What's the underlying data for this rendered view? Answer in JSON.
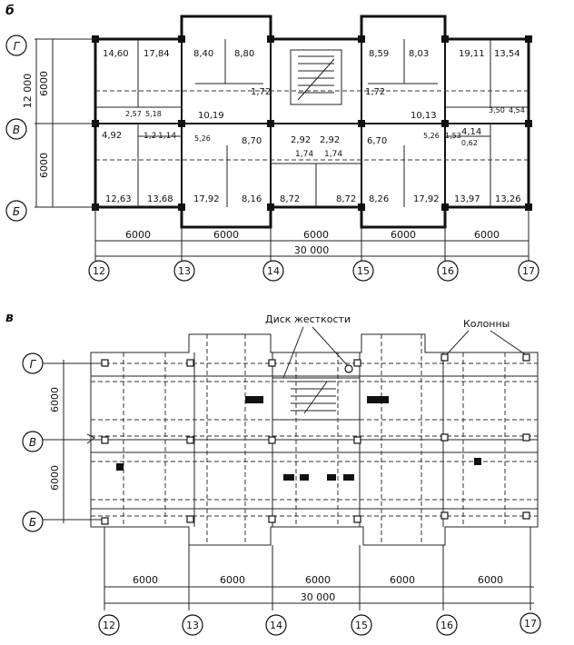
{
  "plan_b": {
    "label": "б",
    "axes_top": [
      "12",
      "13",
      "14",
      "15",
      "16",
      "17"
    ],
    "axes_left": [
      "Г",
      "В",
      "Б"
    ],
    "dims_bottom": [
      "6000",
      "6000",
      "6000",
      "6000",
      "6000"
    ],
    "total_bottom": "30 000",
    "dims_left": [
      "6000",
      "6000"
    ],
    "total_left": "12 000",
    "areas_top": [
      "14,60",
      "17,84",
      "8,40",
      "8,80",
      "8,59",
      "8,03",
      "19,11",
      "13,54"
    ],
    "areas_mid": [
      "2,57",
      "5,18",
      "10,19",
      "1,72",
      "1,72",
      "10,13",
      "3,50",
      "4,54"
    ],
    "areas_mid2": [
      "4,92",
      "1,2",
      "1,14",
      "5,26",
      "8,70",
      "2,92",
      "2,92",
      "6,70",
      "5,26",
      "1,53",
      "4,14",
      "0,62"
    ],
    "areas_small": [
      "1,74",
      "1,74"
    ],
    "areas_bottom": [
      "12,63",
      "13,68",
      "17,92",
      "8,16",
      "8,72",
      "8,72",
      "8,26",
      "17,92",
      "13,97",
      "13,26"
    ]
  },
  "plan_v": {
    "label": "в",
    "axes_top": [
      "12",
      "13",
      "14",
      "15",
      "16",
      "17"
    ],
    "axes_left": [
      "Г",
      "В",
      "Б"
    ],
    "dims_bottom": [
      "6000",
      "6000",
      "6000",
      "6000",
      "6000"
    ],
    "total_bottom": "30 000",
    "dims_left": [
      "6000",
      "6000"
    ],
    "note_disk": "Диск жесткости",
    "note_columns": "Колонны"
  }
}
